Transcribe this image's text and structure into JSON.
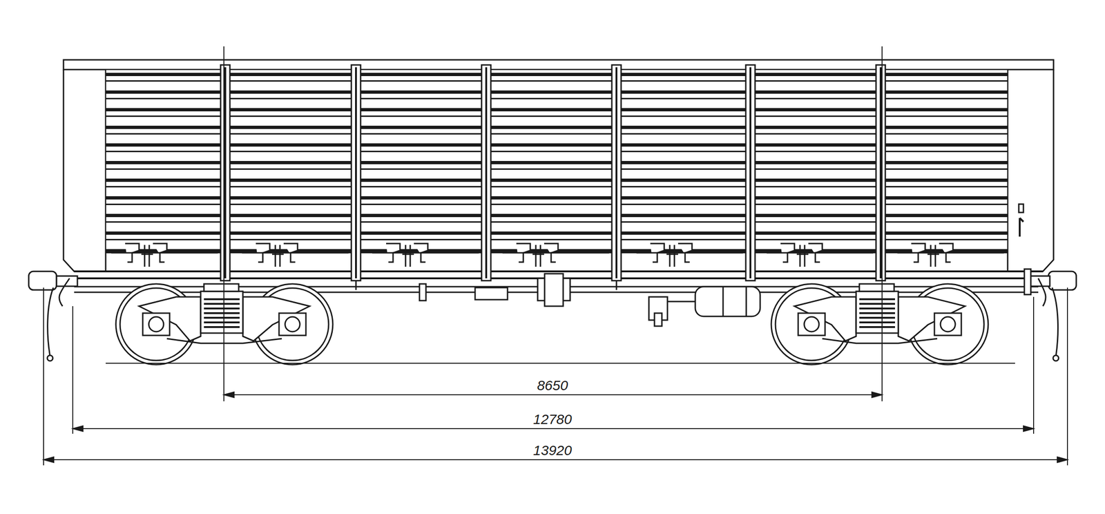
{
  "diagram": {
    "labels": [
      "8650",
      "12780",
      "13920"
    ]
  }
}
